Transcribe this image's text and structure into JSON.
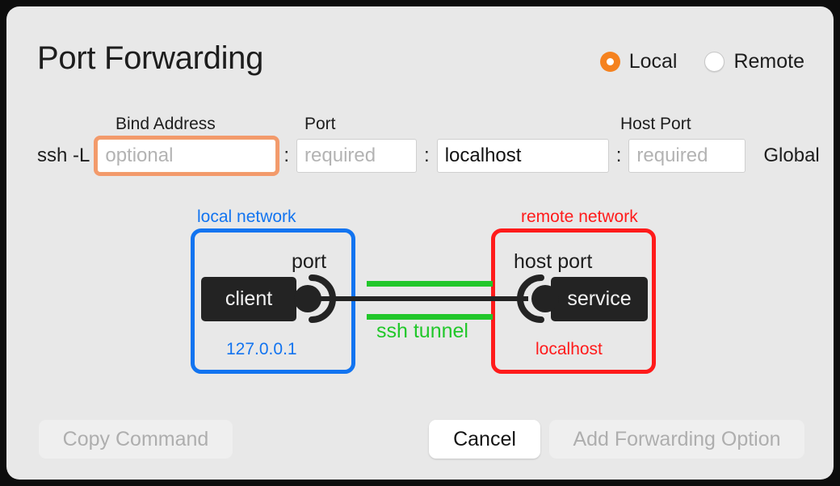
{
  "dialog": {
    "title": "Port Forwarding",
    "accent_orange": "#f5821f",
    "local_color": "#1274f0",
    "remote_color": "#ff1b1b",
    "tunnel_color": "#21c72a",
    "background": "#e8e8e8"
  },
  "mode": {
    "options": [
      {
        "label": "Local",
        "selected": true
      },
      {
        "label": "Remote",
        "selected": false
      }
    ]
  },
  "form": {
    "prefix": "ssh -L",
    "separator": ":",
    "trailing_label": "Global",
    "labels": {
      "bind_address": "Bind Address",
      "port": "Port",
      "host_port": "Host Port"
    },
    "fields": {
      "bind_address": {
        "value": "",
        "placeholder": "optional",
        "focused": true
      },
      "port": {
        "value": "",
        "placeholder": "required",
        "focused": false
      },
      "host": {
        "value": "localhost",
        "placeholder": "",
        "focused": false
      },
      "host_port": {
        "value": "",
        "placeholder": "required",
        "focused": false
      }
    }
  },
  "diagram": {
    "local": {
      "title": "local network",
      "node": "client",
      "port_label": "port",
      "address": "127.0.0.1"
    },
    "remote": {
      "title": "remote network",
      "node": "service",
      "port_label": "host port",
      "address": "localhost"
    },
    "tunnel_label": "ssh tunnel"
  },
  "footer": {
    "copy_command": {
      "label": "Copy Command",
      "enabled": false
    },
    "cancel": {
      "label": "Cancel",
      "enabled": true
    },
    "add": {
      "label": "Add Forwarding Option",
      "enabled": false
    }
  }
}
